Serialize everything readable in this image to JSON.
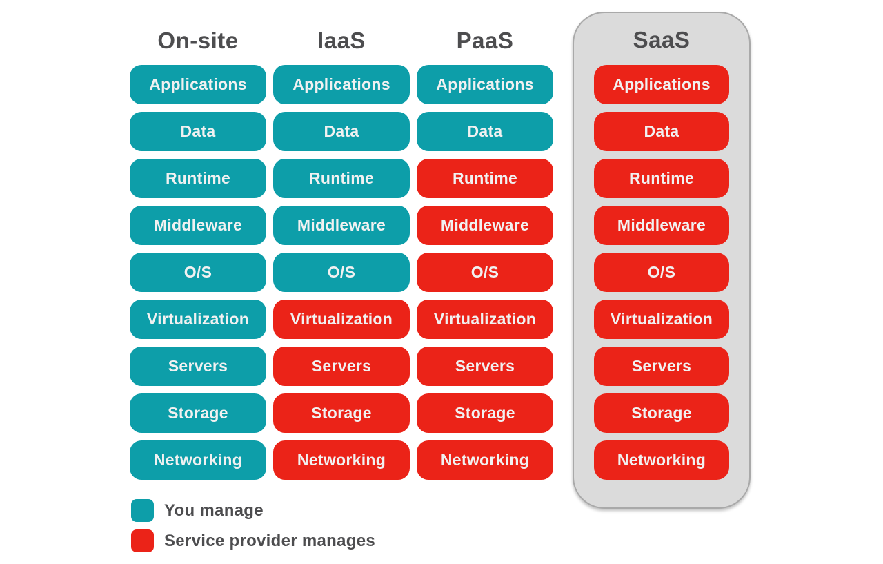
{
  "colors": {
    "you": "#0D9EA9",
    "provider": "#EB2318",
    "panel": "#DBDBDB",
    "panel_border": "#A9A9A9",
    "heading": "#4D4D4F",
    "pill_text": "#F1F1F1",
    "background": "#FFFFFF"
  },
  "columns": [
    {
      "label": "On-site",
      "rows": [
        {
          "label": "Applications",
          "owner": "you"
        },
        {
          "label": "Data",
          "owner": "you"
        },
        {
          "label": "Runtime",
          "owner": "you"
        },
        {
          "label": "Middleware",
          "owner": "you"
        },
        {
          "label": "O/S",
          "owner": "you"
        },
        {
          "label": "Virtualization",
          "owner": "you"
        },
        {
          "label": "Servers",
          "owner": "you"
        },
        {
          "label": "Storage",
          "owner": "you"
        },
        {
          "label": "Networking",
          "owner": "you"
        }
      ]
    },
    {
      "label": "IaaS",
      "rows": [
        {
          "label": "Applications",
          "owner": "you"
        },
        {
          "label": "Data",
          "owner": "you"
        },
        {
          "label": "Runtime",
          "owner": "you"
        },
        {
          "label": "Middleware",
          "owner": "you"
        },
        {
          "label": "O/S",
          "owner": "you"
        },
        {
          "label": "Virtualization",
          "owner": "provider"
        },
        {
          "label": "Servers",
          "owner": "provider"
        },
        {
          "label": "Storage",
          "owner": "provider"
        },
        {
          "label": "Networking",
          "owner": "provider"
        }
      ]
    },
    {
      "label": "PaaS",
      "rows": [
        {
          "label": "Applications",
          "owner": "you"
        },
        {
          "label": "Data",
          "owner": "you"
        },
        {
          "label": "Runtime",
          "owner": "provider"
        },
        {
          "label": "Middleware",
          "owner": "provider"
        },
        {
          "label": "O/S",
          "owner": "provider"
        },
        {
          "label": "Virtualization",
          "owner": "provider"
        },
        {
          "label": "Servers",
          "owner": "provider"
        },
        {
          "label": "Storage",
          "owner": "provider"
        },
        {
          "label": "Networking",
          "owner": "provider"
        }
      ]
    },
    {
      "label": "SaaS",
      "rows": [
        {
          "label": "Applications",
          "owner": "provider"
        },
        {
          "label": "Data",
          "owner": "provider"
        },
        {
          "label": "Runtime",
          "owner": "provider"
        },
        {
          "label": "Middleware",
          "owner": "provider"
        },
        {
          "label": "O/S",
          "owner": "provider"
        },
        {
          "label": "Virtualization",
          "owner": "provider"
        },
        {
          "label": "Servers",
          "owner": "provider"
        },
        {
          "label": "Storage",
          "owner": "provider"
        },
        {
          "label": "Networking",
          "owner": "provider"
        }
      ]
    }
  ],
  "legend": [
    {
      "label": "You manage",
      "owner": "you"
    },
    {
      "label": "Service provider manages",
      "owner": "provider"
    }
  ]
}
